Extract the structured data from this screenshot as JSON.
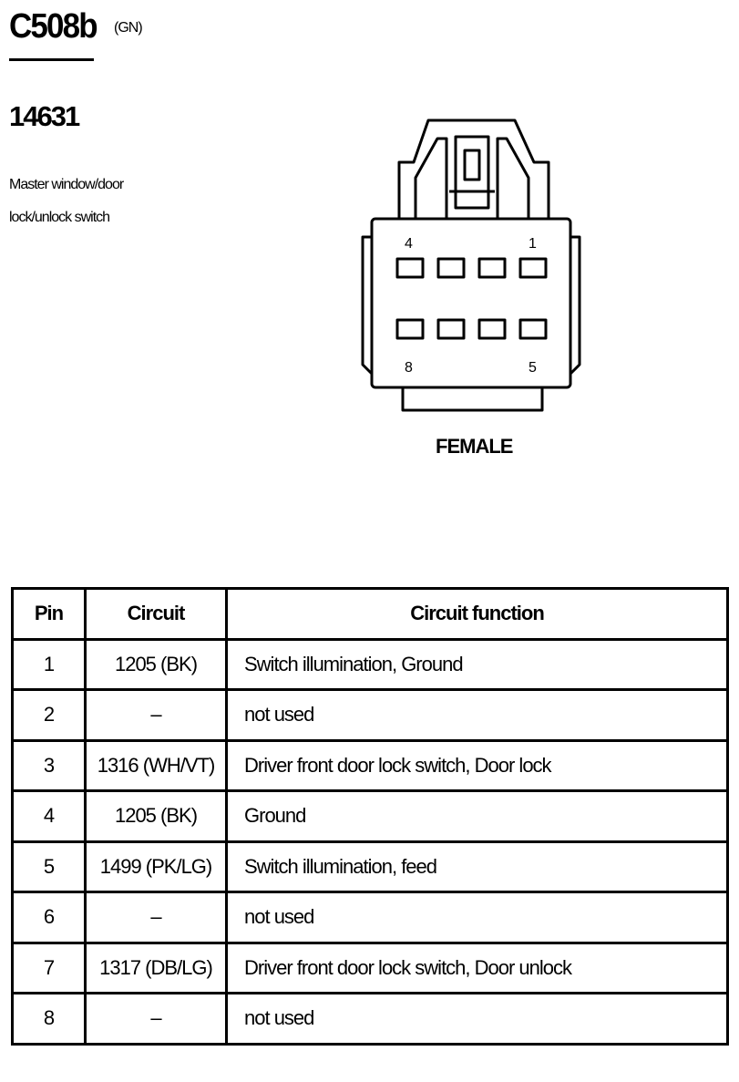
{
  "connector": {
    "id": "C508b",
    "color_code": "(GN)",
    "part_number": "14631",
    "description_lines": [
      "Master window/door",
      "lock/unlock switch"
    ],
    "gender": "FEMALE",
    "pin_labels": {
      "top_left": "4",
      "top_right": "1",
      "bottom_left": "8",
      "bottom_right": "5"
    }
  },
  "table": {
    "headers": {
      "pin": "Pin",
      "circuit": "Circuit",
      "function": "Circuit function"
    },
    "rows": [
      {
        "pin": "1",
        "circuit": "1205 (BK)",
        "function": "Switch illumination, Ground"
      },
      {
        "pin": "2",
        "circuit": "–",
        "function": "not used"
      },
      {
        "pin": "3",
        "circuit": "1316 (WH/VT)",
        "function": "Driver front door lock switch, Door lock"
      },
      {
        "pin": "4",
        "circuit": "1205 (BK)",
        "function": "Ground"
      },
      {
        "pin": "5",
        "circuit": "1499 (PK/LG)",
        "function": "Switch illumination, feed"
      },
      {
        "pin": "6",
        "circuit": "–",
        "function": "not used"
      },
      {
        "pin": "7",
        "circuit": "1317 (DB/LG)",
        "function": "Driver front door lock switch, Door unlock"
      },
      {
        "pin": "8",
        "circuit": "–",
        "function": "not used"
      }
    ]
  }
}
